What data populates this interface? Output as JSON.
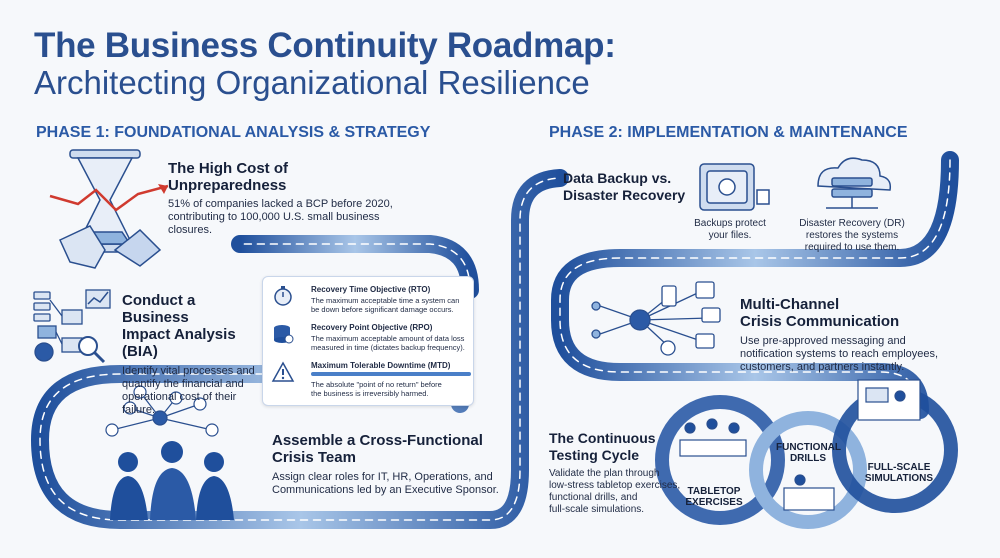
{
  "title": {
    "line1": "The Business Continuity Roadmap:",
    "line2": "Architecting Organizational Resilience"
  },
  "phase1": {
    "title": "PHASE 1: FOUNDATIONAL ANALYSIS & STRATEGY",
    "cost": {
      "heading_line1": "The High Cost of",
      "heading_line2": "Unpreparedness",
      "body_line1": "51% of companies lacked a BCP before 2020,",
      "body_line2": "contributing to 100,000 U.S. small business closures."
    },
    "bia": {
      "heading_line1": "Conduct a Business",
      "heading_line2": "Impact Analysis (BIA)",
      "body_line1": "Identify vital processes and",
      "body_line2": "quantify the financial and",
      "body_line3": "operational cost of their failure."
    },
    "metrics": [
      {
        "title": "Recovery Time Objective (RTO)",
        "desc_line1": "The maximum acceptable time a system can",
        "desc_line2": "be down before significant damage occurs.",
        "icon": "stopwatch-icon"
      },
      {
        "title": "Recovery Point Objective (RPO)",
        "desc_line1": "The maximum acceptable amount of data loss",
        "desc_line2": "measured in time (dictates backup frequency).",
        "icon": "database-icon"
      },
      {
        "title": "Maximum Tolerable Downtime (MTD)",
        "desc_line1": "The absolute \"point of no return\" before",
        "desc_line2": "the business is irreversibly harmed.",
        "icon": "warning-icon"
      }
    ],
    "team": {
      "heading_line1": "Assemble a Cross-Functional",
      "heading_line2": "Crisis Team",
      "body_line1": "Assign clear roles for IT, HR, Operations, and",
      "body_line2": "Communications led by an Executive Sponsor."
    }
  },
  "phase2": {
    "title": "PHASE 2: IMPLEMENTATION & MAINTENANCE",
    "backup": {
      "heading_line1": "Data Backup vs.",
      "heading_line2": "Disaster Recovery",
      "backup_caption_line1": "Backups protect",
      "backup_caption_line2": "your files.",
      "dr_caption_line1": "Disaster Recovery (DR)",
      "dr_caption_line2": "restores the systems",
      "dr_caption_line3": "required to use them."
    },
    "comms": {
      "heading_line1": "Multi-Channel",
      "heading_line2": "Crisis Communication",
      "body_line1": "Use pre-approved messaging and",
      "body_line2": "notification systems to reach employees,",
      "body_line3": "customers, and partners instantly."
    },
    "testing": {
      "heading_line1": "The Continuous",
      "heading_line2": "Testing Cycle",
      "body_line1": "Validate the plan through",
      "body_line2": "low-stress tabletop exercises,",
      "body_line3": "functional drills, and",
      "body_line4": "full-scale simulations.",
      "tabletop_line1": "TABLETOP",
      "tabletop_line2": "EXERCISES",
      "drills_line1": "FUNCTIONAL",
      "drills_line2": "DRILLS",
      "full_line1": "FULL-SCALE",
      "full_line2": "SIMULATIONS"
    }
  },
  "colors": {
    "primary": "#2a4f8f",
    "road_dark": "#1f4f9c",
    "road_light": "#8fb3de",
    "accent_red": "#d03a2f",
    "warning_bar": "#4a7fc8"
  }
}
